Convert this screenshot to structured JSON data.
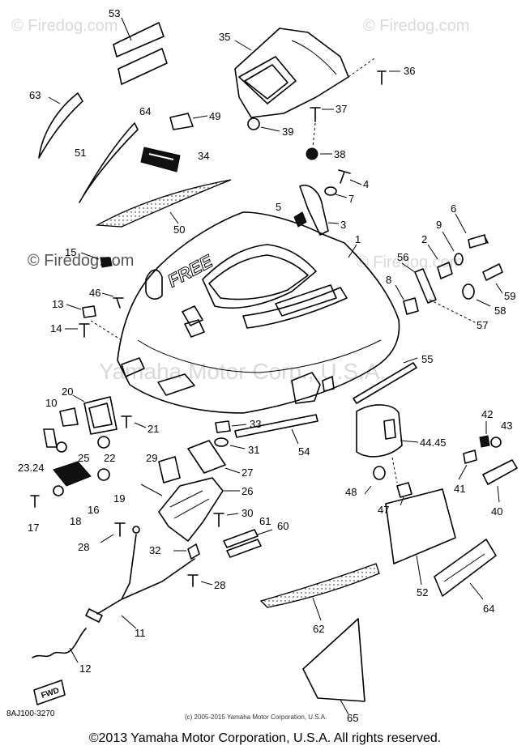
{
  "diagram": {
    "reference_code": "8AJ100-3270",
    "small_copyright": "(c) 2005-2015 Yamaha Motor Corporation, U.S.A.",
    "footer_copyright": "©2013 Yamaha Motor Corporation, U.S.A. All rights reserved.",
    "watermarks": [
      "© Firedog.com",
      "© Firedog.com",
      "© Firedog.com",
      "© Firedog.com",
      "Yamaha Motor Corp., U.S.A."
    ],
    "decal_text": "FREE",
    "shroud_badge_text": "FWD",
    "callouts": [
      "53",
      "35",
      "36",
      "63",
      "64",
      "49",
      "37",
      "39",
      "51",
      "34",
      "38",
      "4",
      "7",
      "5",
      "3",
      "50",
      "6",
      "9",
      "2",
      "15",
      "1",
      "56",
      "8",
      "59",
      "58",
      "57",
      "46",
      "13",
      "14",
      "55",
      "20",
      "10",
      "21",
      "33",
      "31",
      "22",
      "25",
      "23.24",
      "29",
      "27",
      "44.45",
      "42",
      "43",
      "41",
      "54",
      "19",
      "48",
      "47",
      "40",
      "16",
      "18",
      "17",
      "26",
      "30",
      "61",
      "60",
      "28",
      "32",
      "52",
      "64",
      "28",
      "62",
      "11",
      "12",
      "65"
    ],
    "colors": {
      "line": "#000000",
      "watermark": "#d9d9d9",
      "background": "#ffffff"
    }
  }
}
